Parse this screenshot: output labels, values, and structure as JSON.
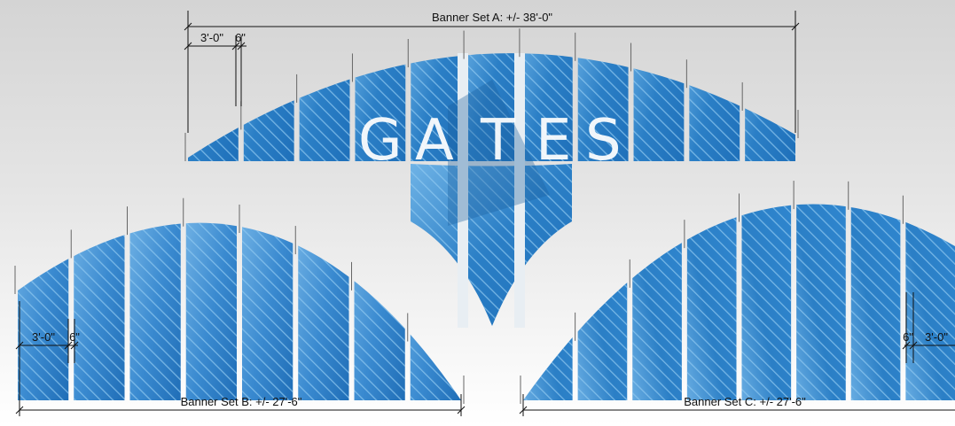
{
  "logo": {
    "text": "GATES",
    "letters": [
      "G",
      "A",
      "T",
      "E",
      "S"
    ]
  },
  "banner_sets": {
    "a": {
      "label": "Banner Set A:  +/- 38'-0\"",
      "width_label": "3'-0\"",
      "gap_label": "6\"",
      "banner_count": 11
    },
    "b": {
      "label": "Banner Set B:  +/- 27'-6\"",
      "width_label": "3'-0\"",
      "gap_label": "6\"",
      "banner_count": 8
    },
    "c": {
      "label": "Banner Set C:  +/- 27'-6\"",
      "width_label": "3'-0\"",
      "gap_label": "6\"",
      "banner_count": 8
    }
  },
  "colors": {
    "banner_fill": "#2f86cf",
    "banner_dark": "#1e6fb9",
    "banner_light": "#6fb3e6",
    "hatch": "#8fc9f0",
    "dimension_line": "#111111",
    "pole": "#666666",
    "background": "#e2e2e2"
  }
}
